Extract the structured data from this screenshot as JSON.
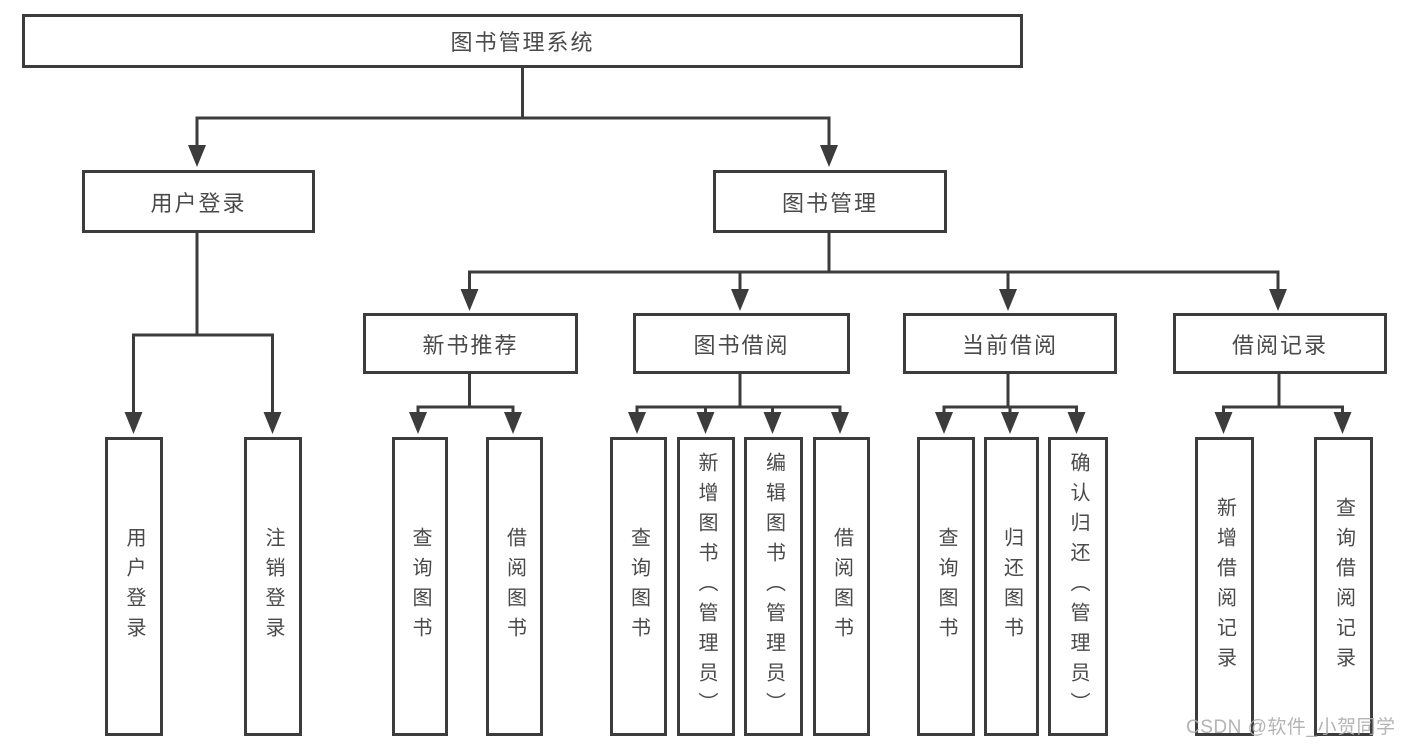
{
  "diagram": {
    "type": "hierarchy",
    "nodes": {
      "root": {
        "label": "图书管理系统"
      },
      "user_login": {
        "label": "用户登录"
      },
      "book_mgmt": {
        "label": "图书管理"
      },
      "new_book_rec": {
        "label": "新书推荐"
      },
      "book_borrow": {
        "label": "图书借阅"
      },
      "current_borrow": {
        "label": "当前借阅"
      },
      "borrow_record": {
        "label": "借阅记录"
      },
      "leaf_user_login": {
        "label": "用户登录"
      },
      "leaf_logout": {
        "label": "注销登录"
      },
      "leaf_query_book_rec": {
        "label": "查询图书"
      },
      "leaf_borrow_book_rec": {
        "label": "借阅图书"
      },
      "leaf_query_book_borrow": {
        "label": "查询图书"
      },
      "leaf_add_book": {
        "label": "新增图书（管理员）"
      },
      "leaf_edit_book": {
        "label": "编辑图书（管理员）"
      },
      "leaf_borrow_book": {
        "label": "借阅图书"
      },
      "leaf_query_book_current": {
        "label": "查询图书"
      },
      "leaf_return_book": {
        "label": "归还图书"
      },
      "leaf_confirm_return": {
        "label": "确认归还（管理员）"
      },
      "leaf_add_borrow_record": {
        "label": "新增借阅记录"
      },
      "leaf_query_borrow_record": {
        "label": "查询借阅记录"
      }
    },
    "edges": [
      [
        "图书管理系统",
        "用户登录"
      ],
      [
        "图书管理系统",
        "图书管理"
      ],
      [
        "用户登录",
        "用户登录(叶)"
      ],
      [
        "用户登录",
        "注销登录"
      ],
      [
        "图书管理",
        "新书推荐"
      ],
      [
        "图书管理",
        "图书借阅"
      ],
      [
        "图书管理",
        "当前借阅"
      ],
      [
        "图书管理",
        "借阅记录"
      ],
      [
        "新书推荐",
        "查询图书"
      ],
      [
        "新书推荐",
        "借阅图书"
      ],
      [
        "图书借阅",
        "查询图书"
      ],
      [
        "图书借阅",
        "新增图书（管理员）"
      ],
      [
        "图书借阅",
        "编辑图书（管理员）"
      ],
      [
        "图书借阅",
        "借阅图书"
      ],
      [
        "当前借阅",
        "查询图书"
      ],
      [
        "当前借阅",
        "归还图书"
      ],
      [
        "当前借阅",
        "确认归还（管理员）"
      ],
      [
        "借阅记录",
        "新增借阅记录"
      ],
      [
        "借阅记录",
        "查询借阅记录"
      ]
    ],
    "colors": {
      "line": "#3c3c3c",
      "text": "#4a4a4a",
      "background": "#ffffff",
      "watermark": "#acacac"
    }
  },
  "watermark": "CSDN @软件_小贺同学"
}
